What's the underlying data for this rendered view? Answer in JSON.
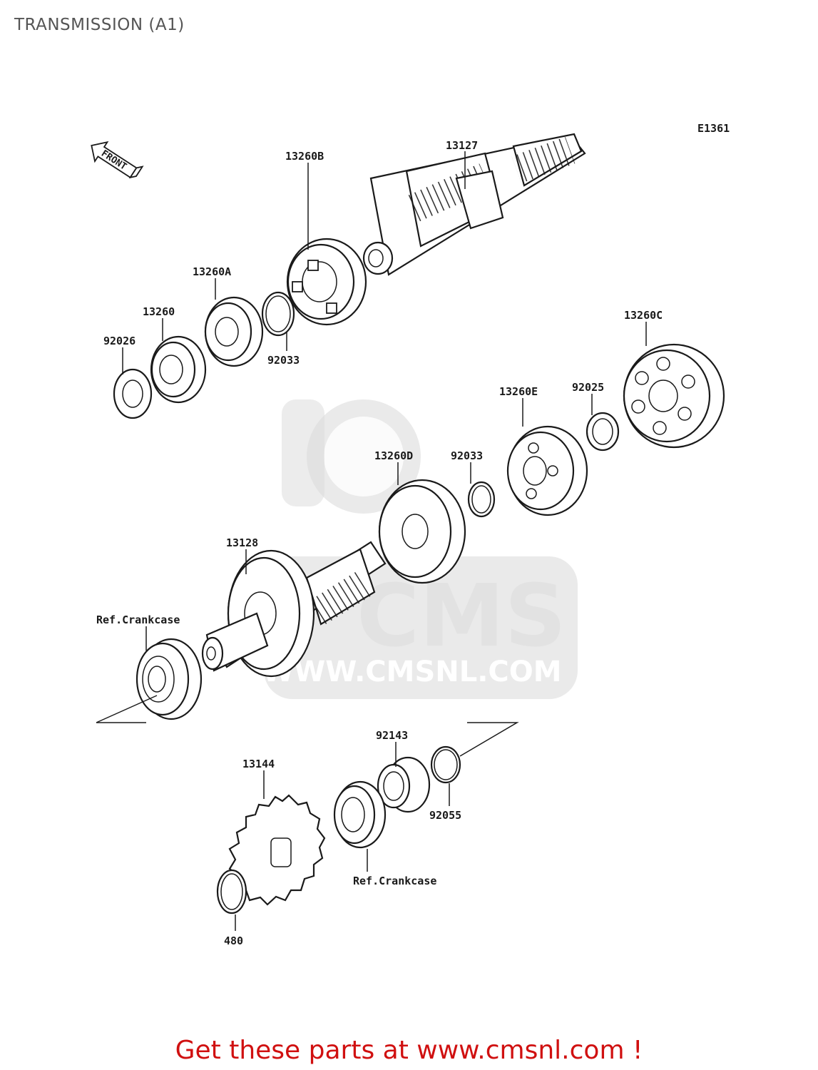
{
  "title": "TRANSMISSION (A1)",
  "diagram_code": "E1361",
  "front_label": "FRONT",
  "watermark": {
    "brand": "CMS",
    "url": "WWW.CMSNL.COM"
  },
  "parts": [
    {
      "id": "p13127",
      "label": "13127"
    },
    {
      "id": "p13260B",
      "label": "13260B"
    },
    {
      "id": "p13260A",
      "label": "13260A"
    },
    {
      "id": "p13260",
      "label": "13260"
    },
    {
      "id": "p92026",
      "label": "92026"
    },
    {
      "id": "p92033a",
      "label": "92033"
    },
    {
      "id": "p13260C",
      "label": "13260C"
    },
    {
      "id": "p13260E",
      "label": "13260E"
    },
    {
      "id": "p92025",
      "label": "92025"
    },
    {
      "id": "p92033b",
      "label": "92033"
    },
    {
      "id": "p13260D",
      "label": "13260D"
    },
    {
      "id": "p13128",
      "label": "13128"
    },
    {
      "id": "pRef1",
      "label": "Ref.Crankcase"
    },
    {
      "id": "p92143",
      "label": "92143"
    },
    {
      "id": "p13144",
      "label": "13144"
    },
    {
      "id": "p92055",
      "label": "92055"
    },
    {
      "id": "pRef2",
      "label": "Ref.Crankcase"
    },
    {
      "id": "p480",
      "label": "480"
    }
  ],
  "footer": {
    "text": "Get these parts at www.cmsnl.com !",
    "color": "#d01010"
  }
}
